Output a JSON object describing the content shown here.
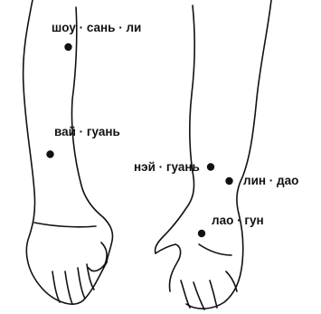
{
  "points": [
    {
      "id": "shou-san-li",
      "label": "шоу · сань · ли"
    },
    {
      "id": "wai-guan",
      "label": "вай · гуань"
    },
    {
      "id": "nei-guan",
      "label": "нэй · гуань"
    },
    {
      "id": "lin-dao",
      "label": "лин · дао"
    },
    {
      "id": "lao-gun",
      "label": "лао · гун"
    }
  ],
  "colors": {
    "ink": "#111111",
    "background": "#ffffff"
  }
}
